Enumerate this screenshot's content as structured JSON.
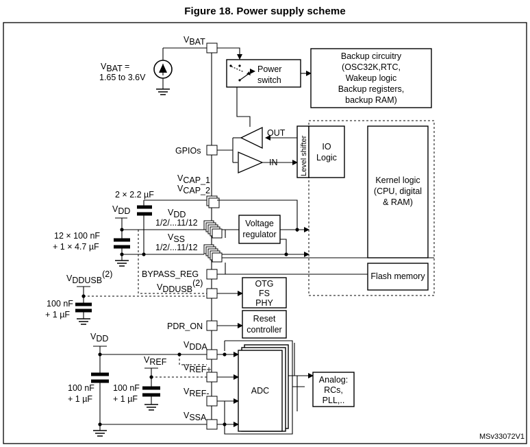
{
  "figure_title": "Figure 18. Power supply scheme",
  "figure_ref": "MSv33072V1",
  "pins": {
    "vbat_base": "V",
    "vbat_sub": "BAT",
    "gpios": "GPIOs",
    "vcap1_base": "V",
    "vcap1_sub": "CAP_1",
    "vcap2_base": "V",
    "vcap2_sub": "CAP_2",
    "vdd_base": "V",
    "vdd_sub": "DD",
    "vdd_ratio": "1/2/...11/12",
    "vss_base": "V",
    "vss_sub": "SS",
    "vss_ratio": "1/2/...11/12",
    "bypass_reg": "BYPASS_REG",
    "vddusb_base": "V",
    "vddusb_sub": "DDUSB",
    "vddusb_note": "(2)",
    "pdr_on": "PDR_ON",
    "vdda_base": "V",
    "vdda_sub": "DDA",
    "vrefp_base": "V",
    "vrefp_sub": "REF+",
    "vrefm_base": "V",
    "vrefm_sub": "REF-",
    "vssa_base": "V",
    "vssa_sub": "SSA"
  },
  "external": {
    "vbat_base": "V",
    "vbat_sub": "BAT",
    "vbat_eq": " =",
    "vbat_range": "1.65 to 3.6V",
    "cap_vcap": "2 × 2.2 µF",
    "vdd1_base": "V",
    "vdd1_sub": "DD",
    "cap_vdd_1": "12 × 100 nF",
    "cap_vdd_2": "+ 1 × 4.7 µF",
    "vddusb_base": "V",
    "vddusb_sub": "DDUSB",
    "vddusb_note": "(2)",
    "cap_usb_1": "100 nF",
    "cap_usb_2": "+ 1 µF",
    "vdd2_base": "V",
    "vdd2_sub": "DD",
    "vref_base": "V",
    "vref_sub": "REF",
    "cap_vdda_1": "100 nF",
    "cap_vdda_2": "+ 1 µF",
    "cap_vref_1": "100 nF",
    "cap_vref_2": "+ 1 µF"
  },
  "blocks": {
    "power_switch_1": "Power",
    "power_switch_2": "switch",
    "backup_lines": [
      "Backup circuitry",
      "(OSC32K,RTC,",
      "Wakeup logic",
      "Backup registers,",
      "backup RAM)"
    ],
    "out_label": "OUT",
    "in_label": "IN",
    "level_shifter": "Level shifter",
    "io_logic_1": "IO",
    "io_logic_2": "Logic",
    "kernel_1": "Kernel logic",
    "kernel_2": "(CPU, digital",
    "kernel_3": "& RAM)",
    "vreg_1": "Voltage",
    "vreg_2": "regulator",
    "flash": "Flash memory",
    "otg_1": "OTG",
    "otg_2": "FS",
    "otg_3": "PHY",
    "reset_1": "Reset",
    "reset_2": "controller",
    "adc": "ADC",
    "analog_1": "Analog:",
    "analog_2": "RCs,",
    "analog_3": "PLL,.."
  }
}
